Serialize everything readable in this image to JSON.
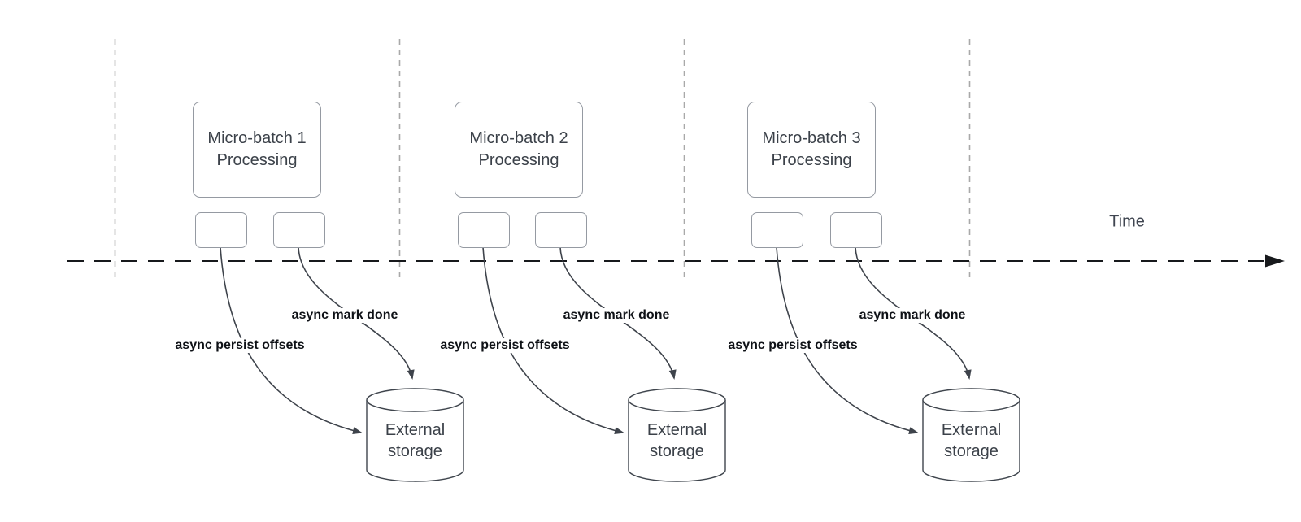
{
  "diagram": {
    "time_label": "Time",
    "batches": [
      {
        "title_line1": "Micro-batch 1",
        "title_line2": "Processing",
        "persist_label": "async persist offsets",
        "done_label": "async mark done",
        "storage_line1": "External",
        "storage_line2": "storage"
      },
      {
        "title_line1": "Micro-batch 2",
        "title_line2": "Processing",
        "persist_label": "async persist offsets",
        "done_label": "async mark done",
        "storage_line1": "External",
        "storage_line2": "storage"
      },
      {
        "title_line1": "Micro-batch 3",
        "title_line2": "Processing",
        "persist_label": "async persist offsets",
        "done_label": "async mark done",
        "storage_line1": "External",
        "storage_line2": "storage"
      }
    ],
    "colors": {
      "box_border": "#959aa2",
      "cylinder_stroke": "#3f454d",
      "arrow": "#3e434b",
      "timeline": "#17191c",
      "gridline": "#a9a9a9",
      "text": "#3b4149",
      "label_text": "#0e1116",
      "background": "#ffffff"
    }
  }
}
